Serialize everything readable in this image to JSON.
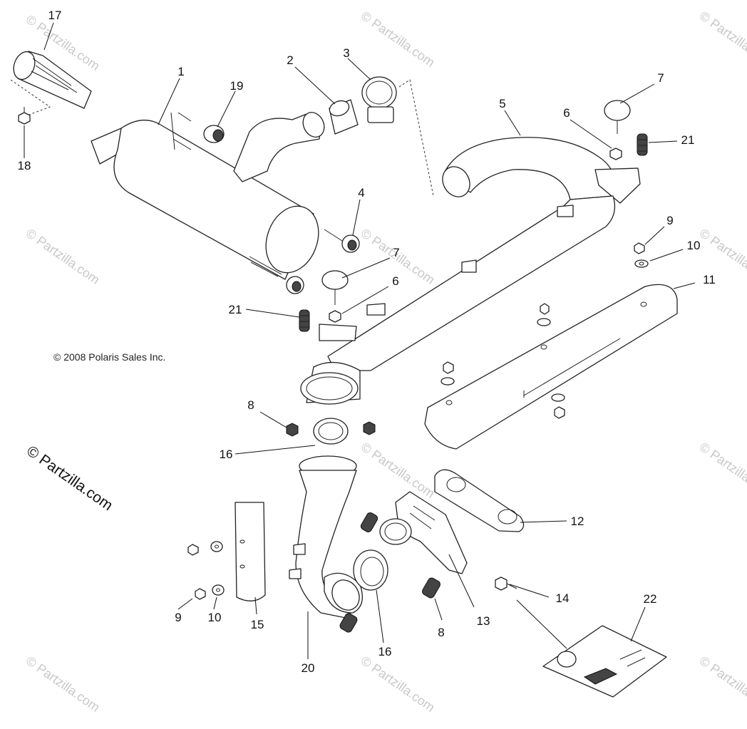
{
  "copyright": "© 2008 Polaris Sales Inc.",
  "watermark": "© Partzilla.com",
  "watermark_large": "© Partzilla.com",
  "callouts": [
    {
      "id": "c17",
      "label": "17"
    },
    {
      "id": "c18",
      "label": "18"
    },
    {
      "id": "c1",
      "label": "1"
    },
    {
      "id": "c19",
      "label": "19"
    },
    {
      "id": "c2",
      "label": "2"
    },
    {
      "id": "c3",
      "label": "3"
    },
    {
      "id": "c7a",
      "label": "7"
    },
    {
      "id": "c5",
      "label": "5"
    },
    {
      "id": "c6a",
      "label": "6"
    },
    {
      "id": "c21a",
      "label": "21"
    },
    {
      "id": "c4",
      "label": "4"
    },
    {
      "id": "c7b",
      "label": "7"
    },
    {
      "id": "c6b",
      "label": "6"
    },
    {
      "id": "c21b",
      "label": "21"
    },
    {
      "id": "c9a",
      "label": "9"
    },
    {
      "id": "c10a",
      "label": "10"
    },
    {
      "id": "c11",
      "label": "11"
    },
    {
      "id": "c8a",
      "label": "8"
    },
    {
      "id": "c16a",
      "label": "16"
    },
    {
      "id": "c12",
      "label": "12"
    },
    {
      "id": "c14",
      "label": "14"
    },
    {
      "id": "c13",
      "label": "13"
    },
    {
      "id": "c8b",
      "label": "8"
    },
    {
      "id": "c22",
      "label": "22"
    },
    {
      "id": "c9b",
      "label": "9"
    },
    {
      "id": "c10b",
      "label": "10"
    },
    {
      "id": "c15",
      "label": "15"
    },
    {
      "id": "c16b",
      "label": "16"
    },
    {
      "id": "c20",
      "label": "20"
    }
  ]
}
